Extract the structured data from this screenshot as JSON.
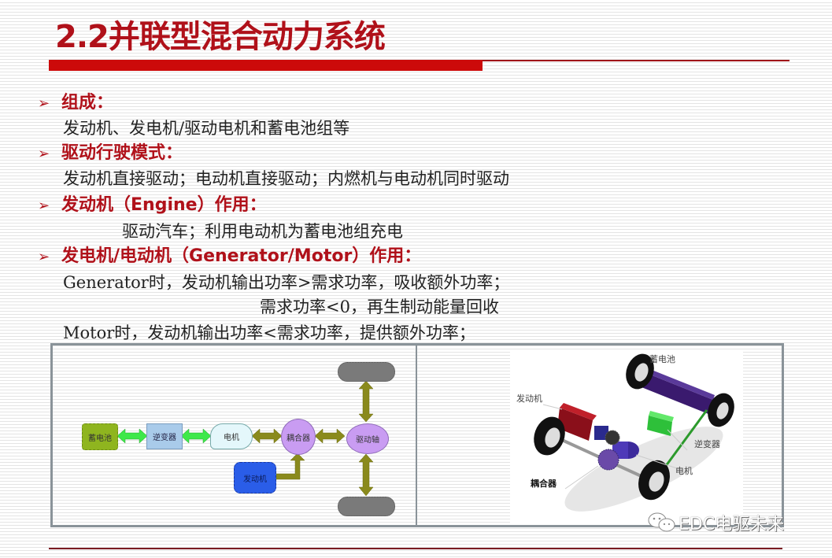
{
  "slide": {
    "title": "2.2并联型混合动力系统",
    "colors": {
      "title": "#b0111a",
      "accent_bar": "#cc0a0a",
      "frame": "#8a9399"
    }
  },
  "sections": [
    {
      "heading": "组成：",
      "lines": [
        "发动机、发电机/驱动电机和蓄电池组等"
      ]
    },
    {
      "heading": "驱动行驶模式：",
      "lines": [
        "发动机直接驱动；电动机直接驱动；内燃机与电动机同时驱动"
      ]
    },
    {
      "heading": "发动机（Engine）作用：",
      "lines": [
        "驱动汽车；利用电动机为蓄电池组充电"
      ]
    },
    {
      "heading": "发电机/电动机（Generator/Motor）作用：",
      "lines": [
        "Generator时，发动机输出功率>需求功率，吸收额外功率；",
        "需求功率<0，再生制动能量回收",
        "Motor时，发动机输出功率<需求功率，提供额外功率；"
      ]
    }
  ],
  "diagram": {
    "nodes": {
      "battery": "蓄电池",
      "inverter": "逆变器",
      "motor": "电机",
      "coupler": "耦合器",
      "transmission": "驱动轴",
      "engine": "发动机"
    }
  },
  "illustration": {
    "labels": {
      "battery": "蓄电池",
      "engine": "发动机",
      "inverter": "逆变器",
      "motor": "电机",
      "coupler": "耦合器"
    }
  },
  "watermark": {
    "text": "EDC电驱未来"
  }
}
